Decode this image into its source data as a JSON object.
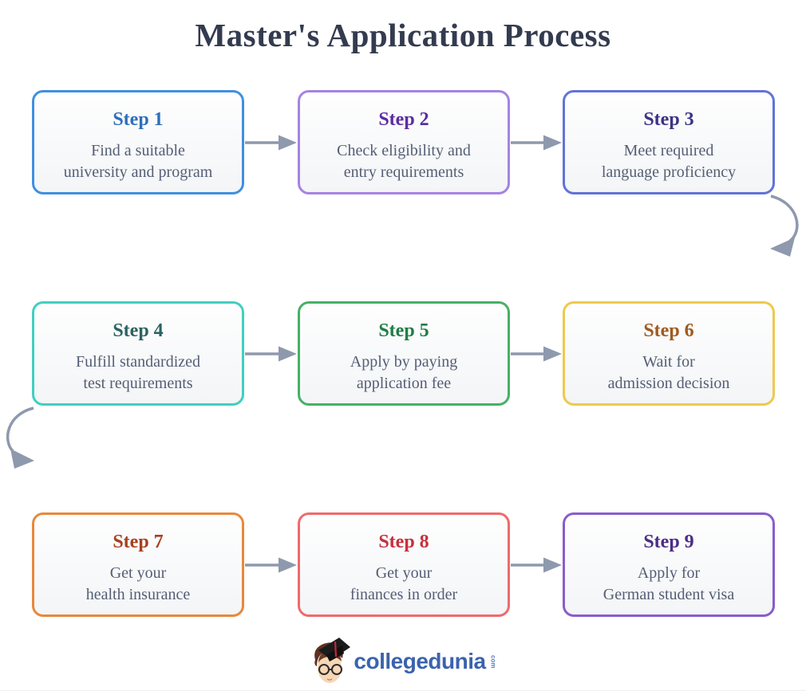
{
  "title": "Master's Application Process",
  "colors": {
    "background": "#ffffff",
    "title_text": "#333b4f",
    "body_text": "#545e74",
    "arrow": "#8e99ad",
    "logo_text": "#3b63ad"
  },
  "steps": [
    {
      "label": "Step 1",
      "line1": "Find a suitable",
      "line2": "university and program",
      "border": "#4090e0",
      "heading": "#2e6fba"
    },
    {
      "label": "Step 2",
      "line1": "Check eligibility and",
      "line2": "entry requirements",
      "border": "#a583e3",
      "heading": "#5b2da0"
    },
    {
      "label": "Step 3",
      "line1": "Meet required",
      "line2": "language proficiency",
      "border": "#6273d9",
      "heading": "#3a3386"
    },
    {
      "label": "Step 4",
      "line1": "Fulfill standardized",
      "line2": "test requirements",
      "border": "#41cfc0",
      "heading": "#2a6360"
    },
    {
      "label": "Step 5",
      "line1": "Apply by paying",
      "line2": "application fee",
      "border": "#47b066",
      "heading": "#1f7e45"
    },
    {
      "label": "Step 6",
      "line1": "Wait for",
      "line2": "admission decision",
      "border": "#eec94e",
      "heading": "#a05a1e"
    },
    {
      "label": "Step 7",
      "line1": "Get your",
      "line2": "health insurance",
      "border": "#e8883c",
      "heading": "#a8401f"
    },
    {
      "label": "Step 8",
      "line1": "Get your",
      "line2": "finances in order",
      "border": "#ef6a6c",
      "heading": "#c5303c"
    },
    {
      "label": "Step 9",
      "line1": "Apply for",
      "line2": "German student visa",
      "border": "#8a5ccd",
      "heading": "#4b2d85"
    }
  ],
  "logo": {
    "text": "collegedunia",
    "suffix": "com"
  }
}
